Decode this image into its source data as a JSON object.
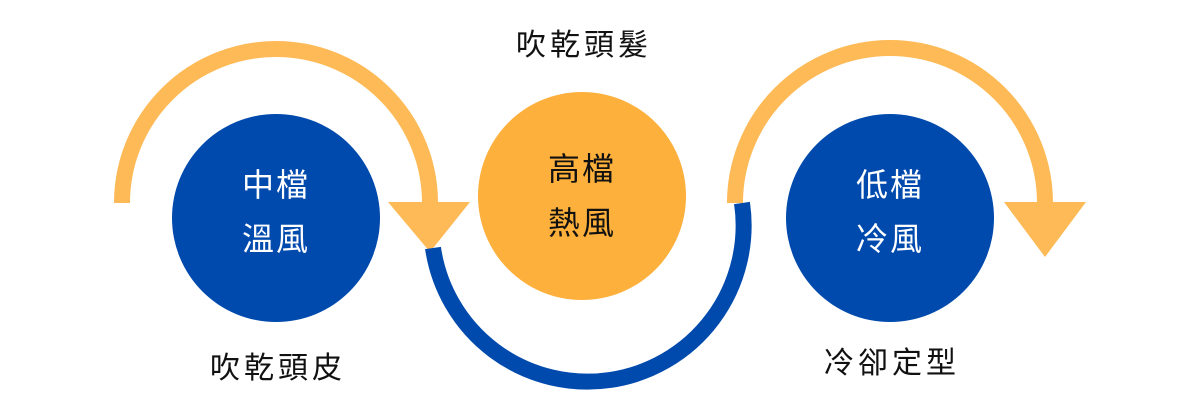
{
  "colors": {
    "blue": "#004AAD",
    "orange": "#FDB03C",
    "arc_yellow": "#FDBA56",
    "text_dark": "#111111",
    "text_light": "#FFFFFF"
  },
  "labels": {
    "top": "吹乾頭髮",
    "bottom_left": "吹乾頭皮",
    "bottom_right": "冷卻定型"
  },
  "circles": [
    {
      "line1": "中檔",
      "line2": "溫風"
    },
    {
      "line1": "高檔",
      "line2": "熱風"
    },
    {
      "line1": "低檔",
      "line2": "冷風"
    }
  ]
}
